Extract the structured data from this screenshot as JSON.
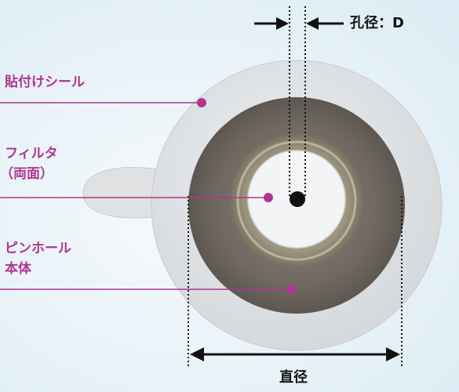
{
  "labels": {
    "sticker": "貼付けシール",
    "filter_line1": "フィルタ",
    "filter_line2": "（両面）",
    "body_line1": "ピンホール",
    "body_line2": "本体",
    "hole_diameter": "孔径：D",
    "diameter": "直径"
  },
  "colors": {
    "callout": "#b0368f",
    "dimension": "#111111",
    "sticker": "#e1e3e5",
    "metal_disc": "#77706a",
    "filter": "#f4f5f6"
  }
}
